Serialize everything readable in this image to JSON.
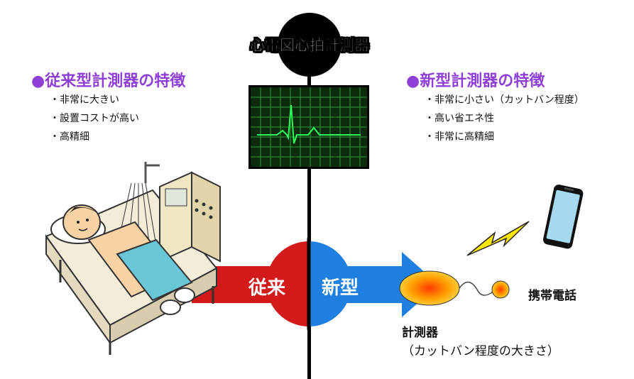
{
  "title": "心電図心拍計測器",
  "left": {
    "heading": "●従来型計測器の特徴",
    "items": [
      "非常に大きい",
      "設置コストが高い",
      "高精細"
    ]
  },
  "right": {
    "heading": "●新型計測器の特徴",
    "items": [
      "非常に小さい（カットバン程度）",
      "高い省エネ性",
      "非常に高精細"
    ]
  },
  "arrow": {
    "left_label": "従来",
    "right_label": "新型"
  },
  "phone_label": "携帯電話",
  "device_label": "計測器",
  "device_sublabel": "（カットバン程度の大きさ）",
  "colors": {
    "heading": "#8e3fd6",
    "old_red": "#d21a1a",
    "new_blue": "#1e7fe0",
    "ecg_green": "#1fd04a"
  },
  "icons": [
    "ecg-monitor-icon",
    "patient-bed-icon",
    "lightning-icon",
    "smartphone-icon",
    "sensor-patch-icon"
  ]
}
